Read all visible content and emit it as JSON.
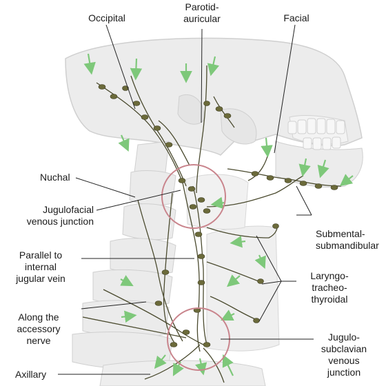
{
  "labels": {
    "occipital": "Occipital",
    "parotid_1": "Parotid-",
    "parotid_2": "auricular",
    "facial": "Facial",
    "nuchal": "Nuchal",
    "jugulofacial_1": "Jugulofacial",
    "jugulofacial_2": "venous junction",
    "submental_1": "Submental-",
    "submental_2": "submandibular",
    "parallel_1": "Parallel to",
    "parallel_2": "internal",
    "parallel_3": "jugular vein",
    "laryngo_1": "Laryngo-",
    "laryngo_2": "tracheo-",
    "laryngo_3": "thyroidal",
    "accessory_1": "Along the",
    "accessory_2": "accessory",
    "accessory_3": "nerve",
    "jugulo_1": "Jugulo-",
    "jugulo_2": "subclavian",
    "jugulo_3": "venous",
    "jugulo_4": "junction",
    "axillary": "Axillary"
  },
  "colors": {
    "bone": "#ececec",
    "bone_edge": "#cfcfcf",
    "node": "#6b6a3a",
    "vessel": "#4a4a2e",
    "arrow": "#7ec87a",
    "circle": "#c9848c",
    "leader": "#222222"
  }
}
